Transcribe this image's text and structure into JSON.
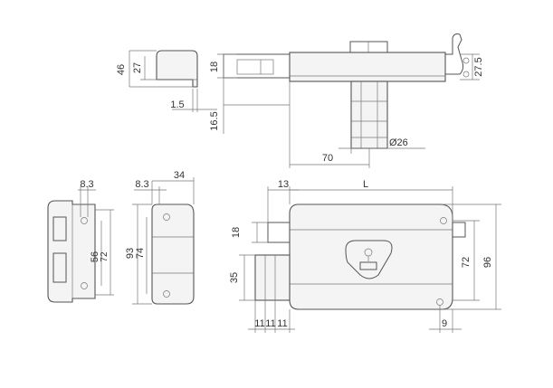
{
  "dimensions": {
    "d46": "46",
    "d27": "27",
    "d1_5": "1.5",
    "d18_top": "18",
    "d16_5": "16.5",
    "d70": "70",
    "d_phi26": "Ø26",
    "d27_5": "27.5",
    "d8_3_a": "8.3",
    "d8_3_b": "8.3",
    "d34": "34",
    "d56": "56",
    "d72_small": "72",
    "d93": "93",
    "d74": "74",
    "d13": "13",
    "d_L": "L",
    "d18_mid": "18",
    "d35": "35",
    "d72": "72",
    "d96": "96",
    "d11_a": "11",
    "d11_b": "11",
    "d11_c": "11",
    "d9": "9"
  },
  "colors": {
    "line": "#555555",
    "fill": "#f4f4f4",
    "text": "#333333"
  }
}
